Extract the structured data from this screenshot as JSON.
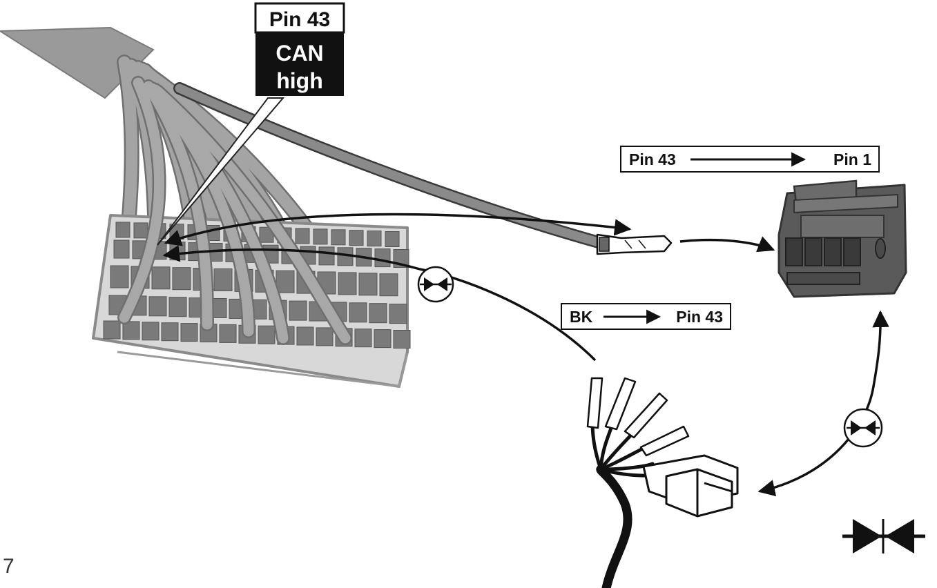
{
  "callout": {
    "pin": "Pin 43",
    "signal_line1": "CAN",
    "signal_line2": "high"
  },
  "mapping_top": {
    "from": "Pin 43",
    "to": "Pin 1"
  },
  "mapping_bk": {
    "from": "BK",
    "to": "Pin 43"
  },
  "page_number": "7",
  "colors": {
    "wire_gray": "#8d8d8d",
    "connector_gray": "#cfcfcf",
    "housing_dark": "#555555",
    "ink": "#111111"
  },
  "icons": [
    "connect-symbol-icon"
  ]
}
